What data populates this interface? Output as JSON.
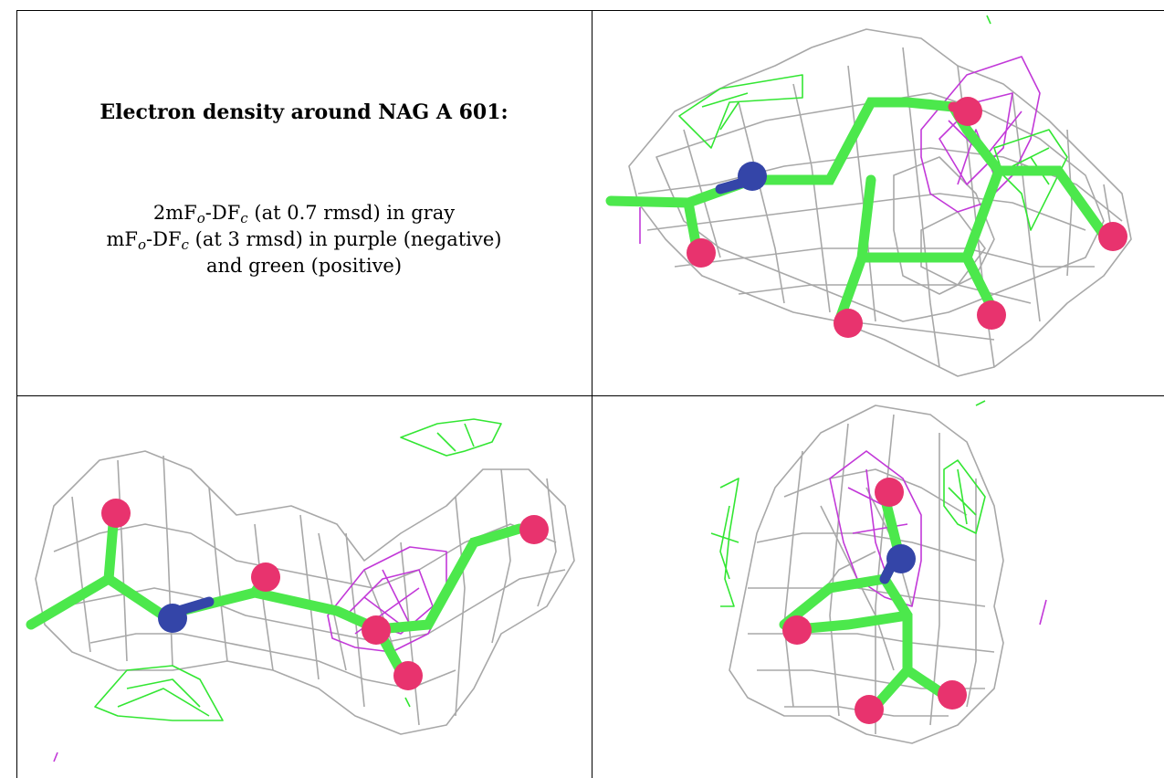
{
  "caption": {
    "title": "Electron density around NAG A 601:",
    "line1": {
      "prefix": "2mF",
      "sub1": "o",
      "mid": "-DF",
      "sub2": "c",
      "suffix": " (at 0.7 rmsd) in gray"
    },
    "line2": {
      "prefix": "mF",
      "sub1": "o",
      "mid": "-DF",
      "sub2": "c",
      "suffix": " (at 3 rmsd) in purple (negative)"
    },
    "line3": "and green (positive)"
  },
  "colors": {
    "mesh_2fofc": "#a8a8a8",
    "mesh_negative": "#c238d8",
    "mesh_positive": "#33e633",
    "carbon": "#4ce84c",
    "nitrogen": "#3445a8",
    "oxygen": "#e8336e"
  },
  "views": [
    {
      "name": "view-top-right",
      "description_icon": "molecule-view-icon"
    },
    {
      "name": "view-bottom-left",
      "description_icon": "molecule-view-icon"
    },
    {
      "name": "view-bottom-right",
      "description_icon": "molecule-view-icon"
    }
  ]
}
